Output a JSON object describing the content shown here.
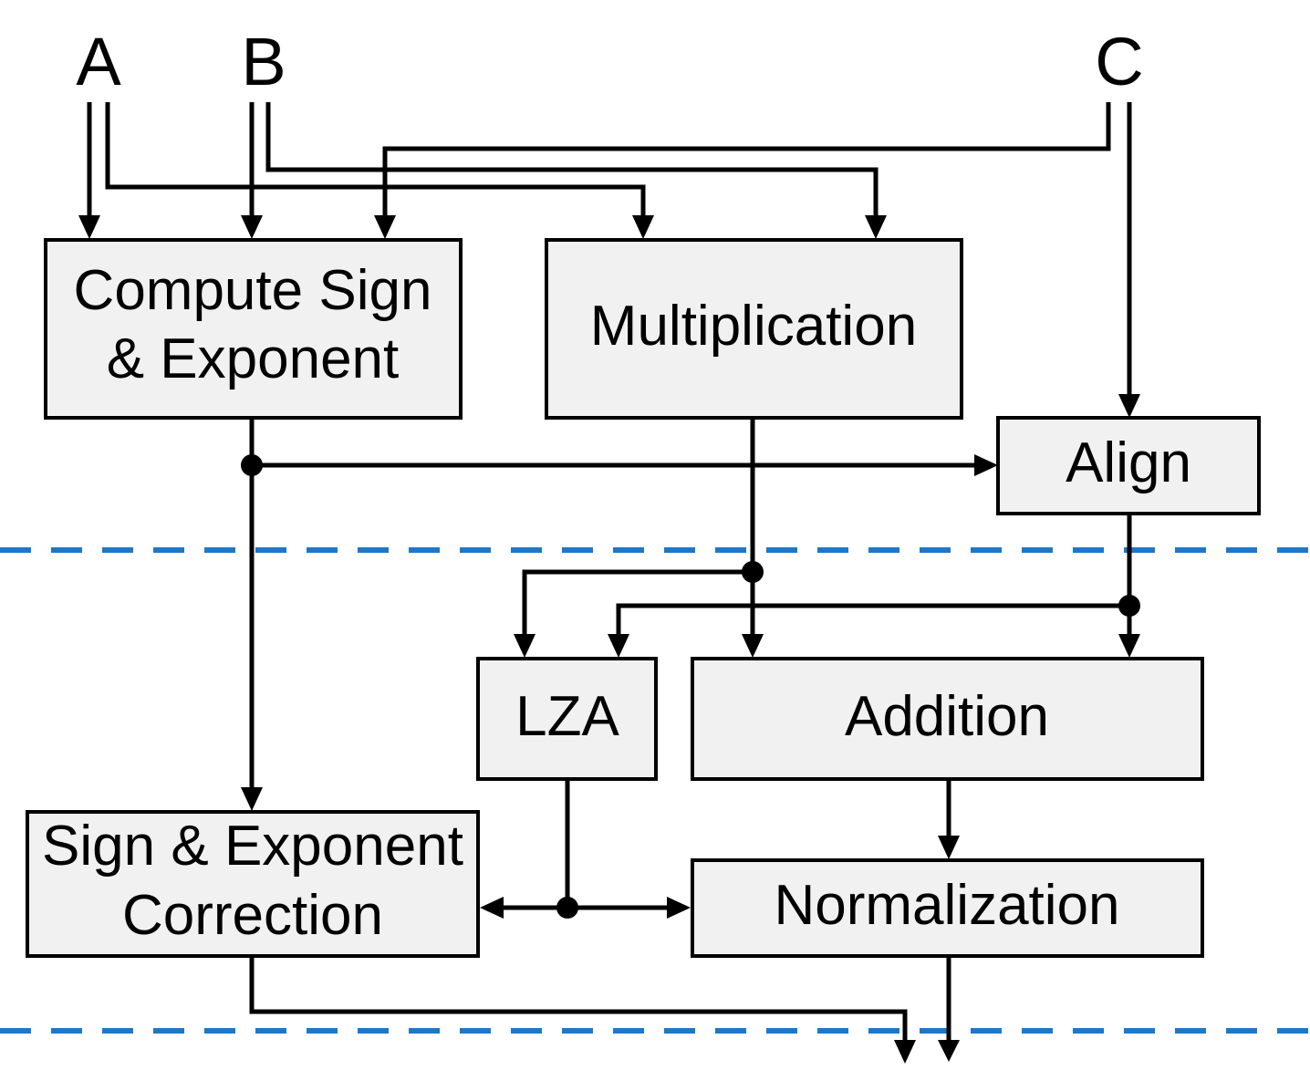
{
  "inputs": {
    "a": "A",
    "b": "B",
    "c": "C"
  },
  "blocks": {
    "compute_sign_exponent": [
      "Compute Sign",
      "& Exponent"
    ],
    "multiplication": "Multiplication",
    "align": "Align",
    "lza": "LZA",
    "addition": "Addition",
    "sign_exponent_correction": [
      "Sign & Exponent",
      "Correction"
    ],
    "normalization": "Normalization"
  },
  "colors": {
    "block_fill": "#f1f1f1",
    "stroke": "#000000",
    "pipeline_divider": "#1f77c9"
  }
}
